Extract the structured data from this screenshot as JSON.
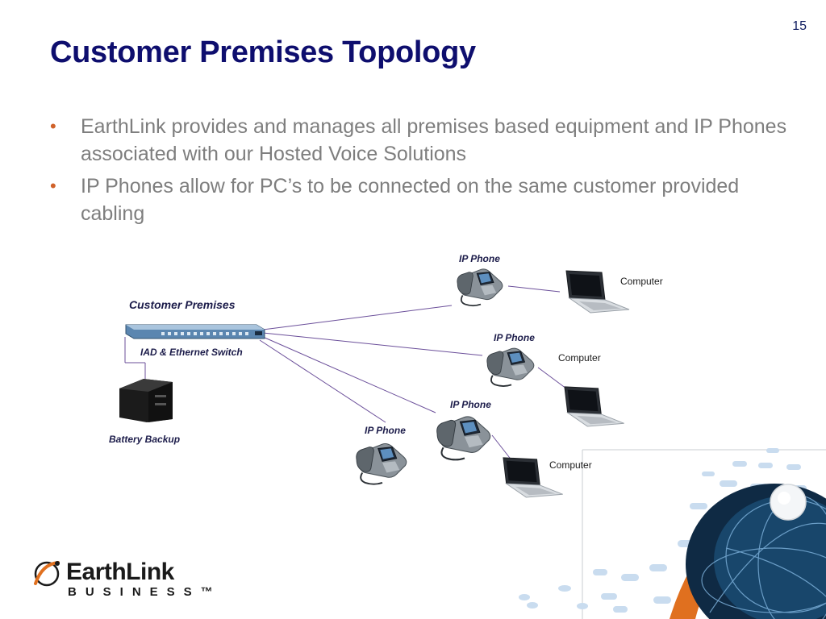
{
  "slide": {
    "number": "15",
    "title": "Customer Premises Topology",
    "bullets": [
      "EarthLink provides and manages all premises based equipment and IP Phones associated with our Hosted Voice Solutions",
      "IP Phones allow for PC’s to be connected on the same customer provided cabling"
    ]
  },
  "diagram": {
    "premises_label": "Customer Premises",
    "switch_label": "IAD & Ethernet Switch",
    "battery_label": "Battery Backup",
    "phone_labels": [
      "IP Phone",
      "IP Phone",
      "IP Phone",
      "IP Phone"
    ],
    "computer_labels": [
      "Computer",
      "Computer",
      "Computer"
    ]
  },
  "logo": {
    "name": "EarthLink",
    "sub": "BUSINESS™"
  },
  "colors": {
    "title": "#0e0e6e",
    "bullet": "#d0622a",
    "body_text": "#7e7e7e",
    "link_line": "#6b4f9a",
    "brand_orange": "#e0701f"
  }
}
